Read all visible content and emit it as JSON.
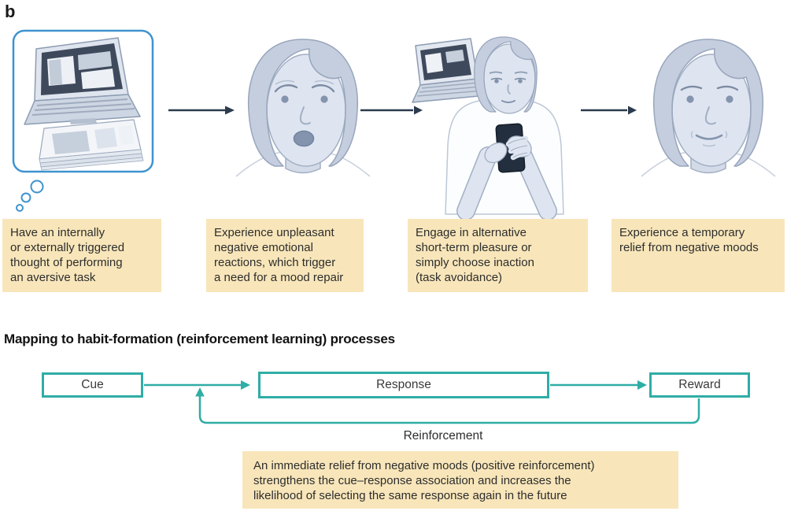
{
  "panel_label": "b",
  "colors": {
    "caption_box_bg": "#f8e6ba",
    "flow_teal": "#2fada6",
    "step_arrow_dark": "#2c3b4d",
    "thought_bubble_blue": "#3f93cf",
    "illustration_hair": "#c5cedf",
    "illustration_skin": "#dee5f0"
  },
  "steps": [
    {
      "icon": "aversive-task-thought-icon",
      "caption": "Have an internally\nor externally triggered\nthought of performing\nan aversive task"
    },
    {
      "icon": "distressed-face-icon",
      "caption": "Experience unpleasant\nnegative emotional\nreactions, which trigger\na need for a mood repair"
    },
    {
      "icon": "phone-distraction-icon",
      "caption": "Engage in alternative\nshort-term pleasure or\nsimply choose inaction\n(task avoidance)"
    },
    {
      "icon": "relieved-face-icon",
      "caption": "Experience a temporary\nrelief from negative moods"
    }
  ],
  "mapping": {
    "heading": "Mapping to habit-formation (reinforcement learning) processes",
    "nodes": [
      {
        "label": "Cue"
      },
      {
        "label": "Response"
      },
      {
        "label": "Reward"
      }
    ],
    "feedback_label": "Reinforcement",
    "note": "An immediate relief from negative moods (positive reinforcement)\nstrengthens the cue–response association and increases the\nlikelihood of selecting the same response again in the future"
  }
}
